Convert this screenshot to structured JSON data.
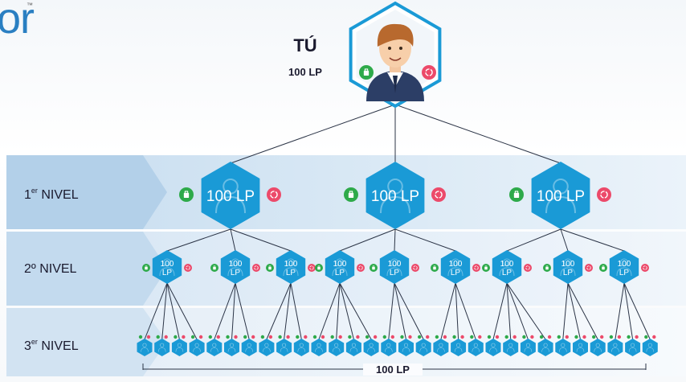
{
  "header": {
    "logo_fragment": "or",
    "trademark": "™"
  },
  "you": {
    "title": "TÚ",
    "lp": "100 LP"
  },
  "levels": [
    {
      "prefix": "1",
      "suffix": "er",
      "name": "NIVEL"
    },
    {
      "prefix": "2º",
      "suffix": "",
      "name": "NIVEL"
    },
    {
      "prefix": "3",
      "suffix": "er",
      "name": "NIVEL"
    }
  ],
  "level1_node_label": "100 LP",
  "level2_node_label_line1": "100",
  "level2_node_label_line2": "LP",
  "level3_total_label": "100 LP",
  "colors": {
    "hex_blue": "#1a9ad6",
    "green_badge": "#2eaa4a",
    "pink_badge": "#ec4a6a",
    "line": "#2b3446"
  }
}
